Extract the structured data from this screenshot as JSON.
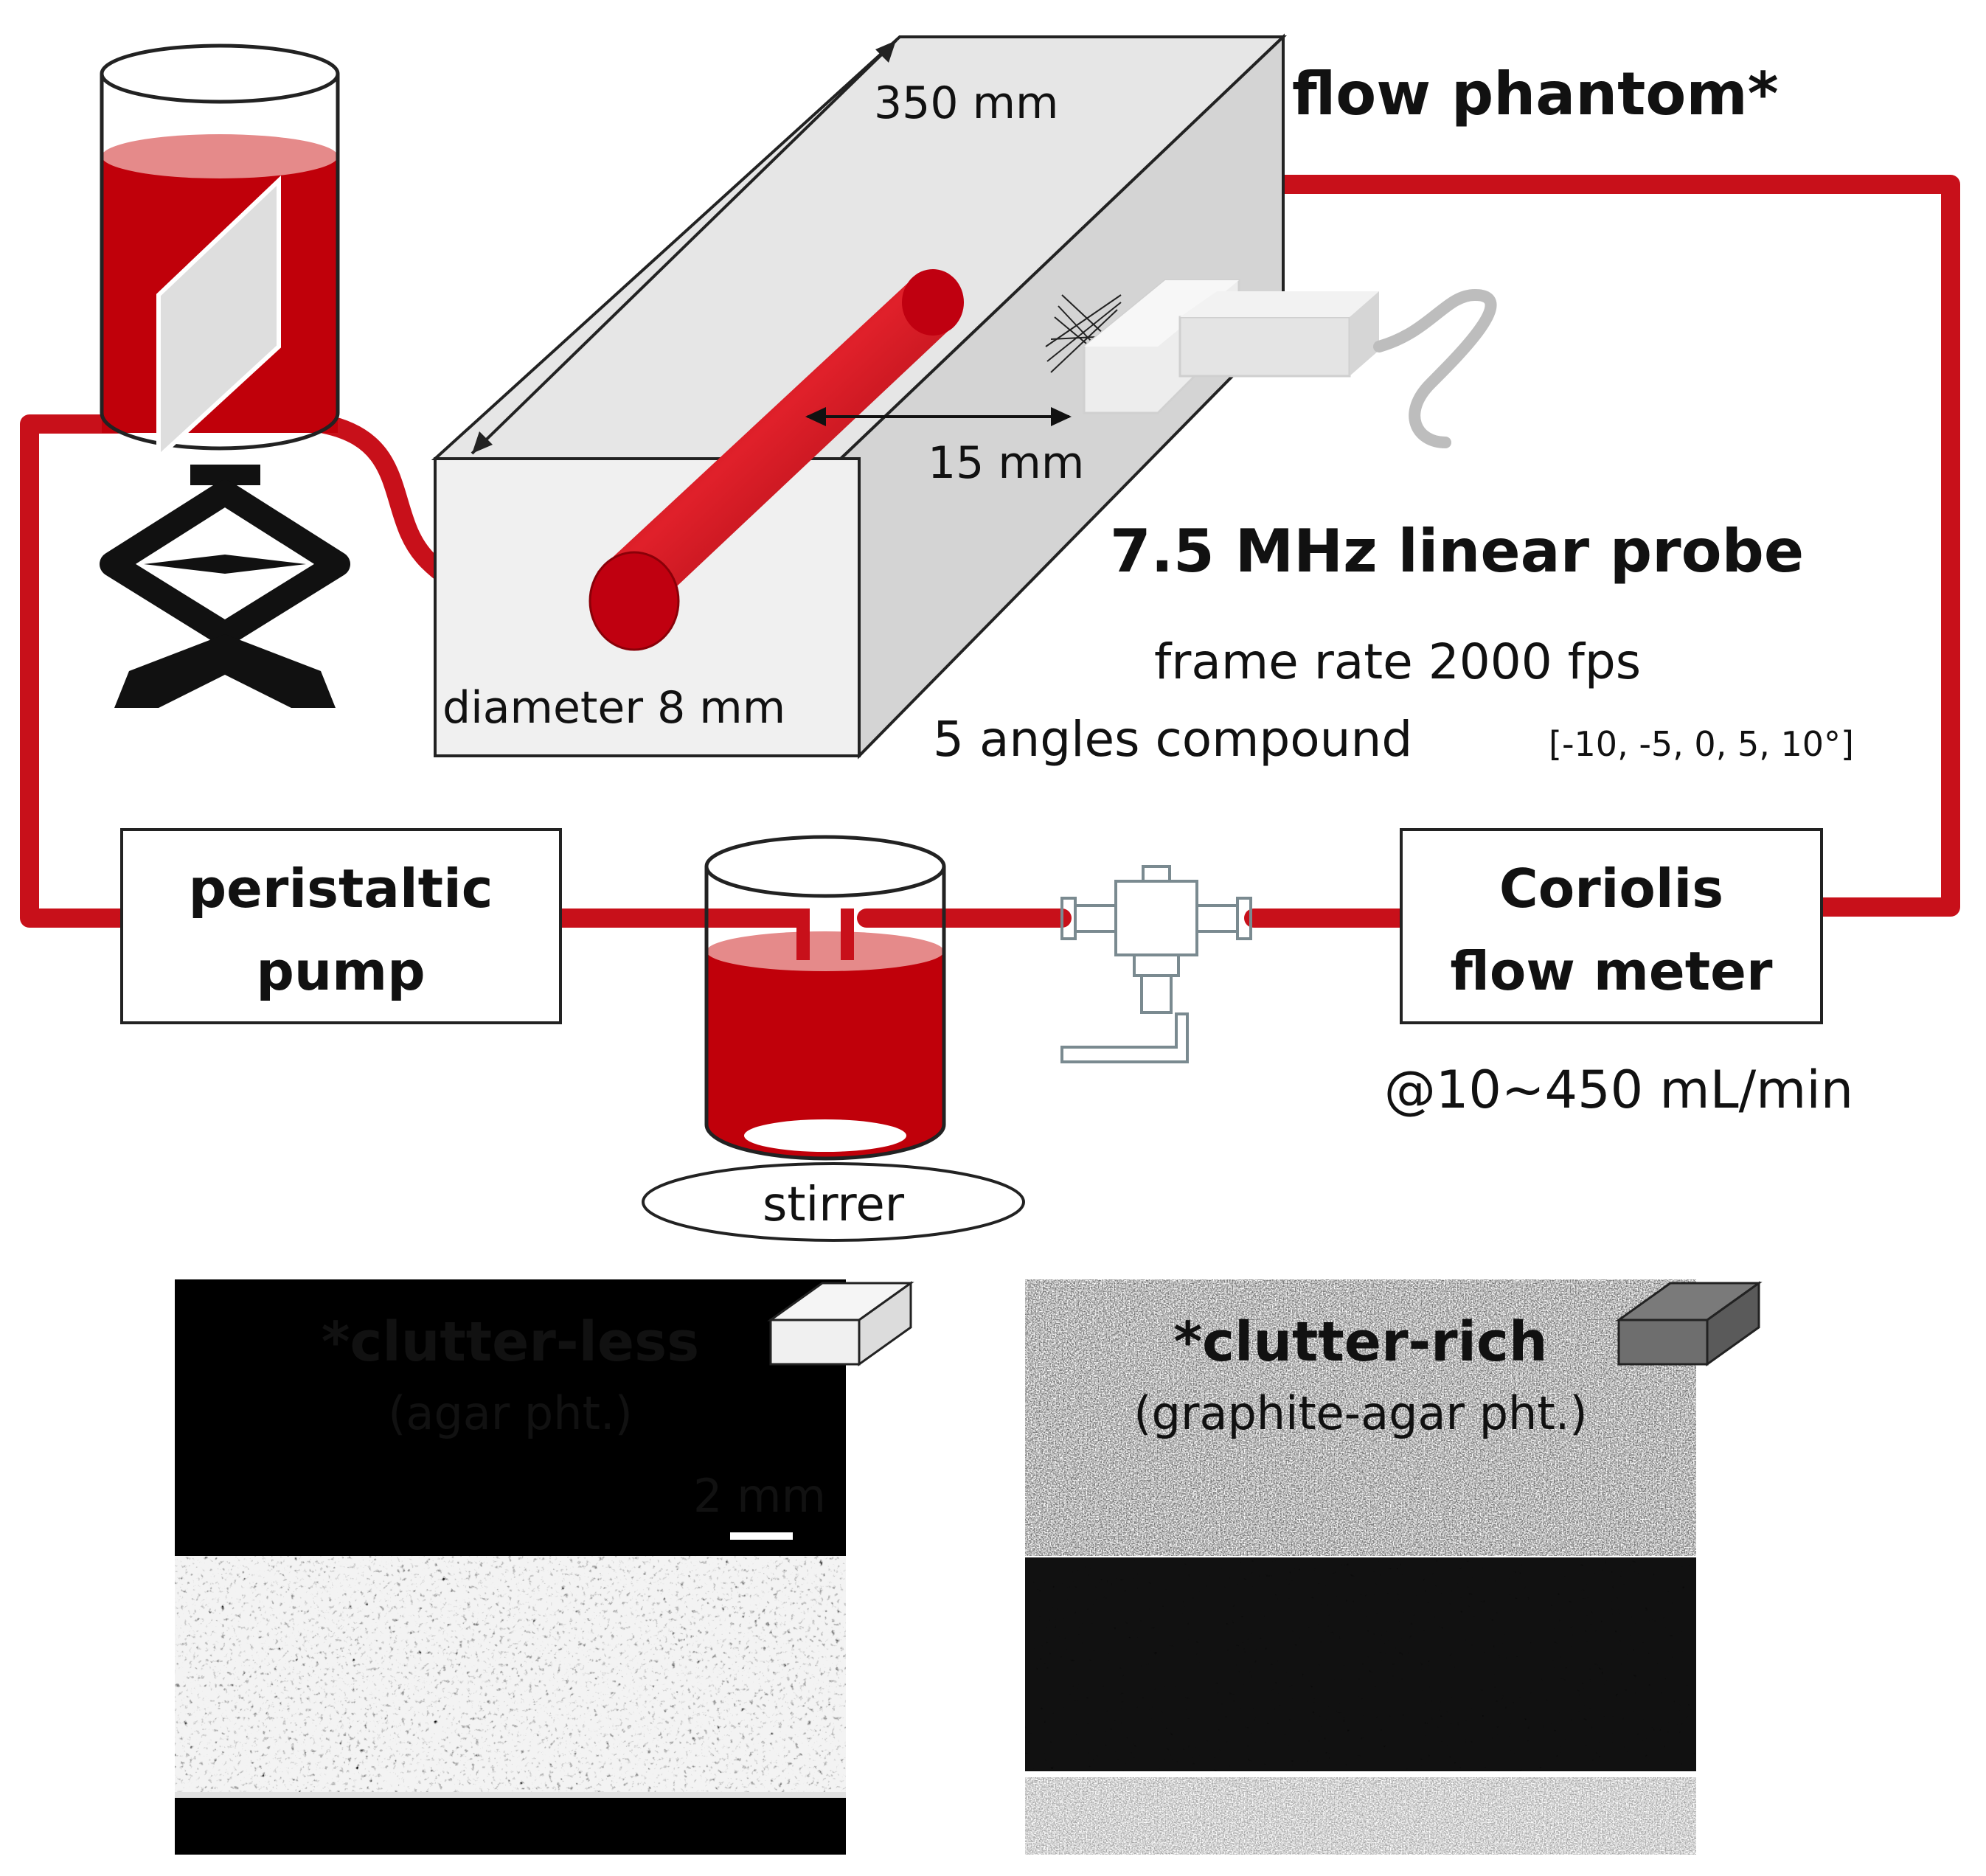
{
  "labels": {
    "length": "350 mm",
    "title": "flow phantom*",
    "distance": "15 mm",
    "diameter": "diameter 8 mm",
    "probe": "7.5 MHz linear probe",
    "frame_rate": "frame rate 2000 fps",
    "compound": "5 angles compound",
    "angles": "[-10, -5, 0, 5, 10°]",
    "pump_line1": "peristaltic",
    "pump_line2": "pump",
    "meter_line1": "Coriolis",
    "meter_line2": "flow meter",
    "flow_range": "@10~450 mL/min",
    "stirrer": "stirrer",
    "less_title": "*clutter-less",
    "less_sub": "(agar pht.)",
    "scale": "2 mm",
    "rich_title": "*clutter-rich",
    "rich_sub": "(graphite-agar pht.)"
  },
  "colors": {
    "blood": "#c0000a",
    "blood_light": "#e58a8a",
    "tube": "#c8101a",
    "phantom_front": "#f0f0f0",
    "phantom_top": "#e6e6e6",
    "phantom_side": "#d4d4d4",
    "probe": "#ececec",
    "jack": "#111111"
  }
}
